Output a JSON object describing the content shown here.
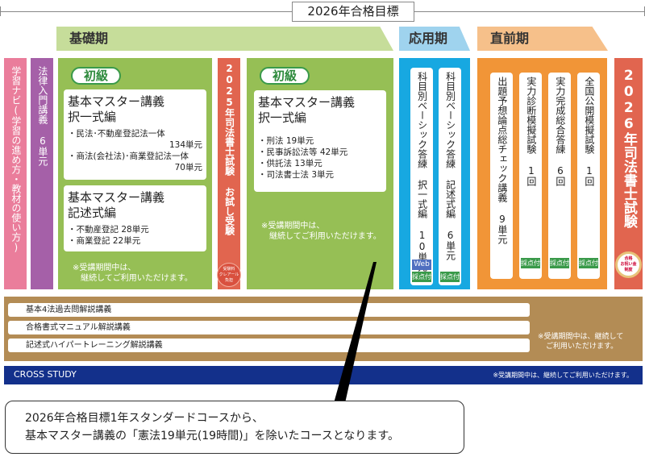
{
  "title": "2026年合格目標",
  "phases": {
    "basic": "基礎期",
    "applied": "応用期",
    "final": "直前期"
  },
  "colors": {
    "basic_banner": "#c6dd9a",
    "applied_banner": "#9fd3ee",
    "final_banner": "#f6c08a",
    "green": "#96bf55",
    "pink": "#ea7d9b",
    "purple": "#a560a8",
    "red": "#e1654f",
    "blue": "#17a8e1",
    "orange": "#f19537",
    "gold": "#b38c55",
    "navy": "#13308b"
  },
  "guide": "学習ナビ(学習の進め方・教材の使い方)",
  "intro": "法律入門講義 6単元",
  "basic1": {
    "level": "初級",
    "box1": {
      "title1": "基本マスター講義",
      "title2": "択一式編",
      "items": [
        "・民法･不動産登記法一体",
        "134単元",
        "・商法(会社法)･商業登記法一体",
        "70単元"
      ]
    },
    "box2": {
      "title1": "基本マスター講義",
      "title2": "記述式編",
      "items": [
        "・不動産登記 28単元",
        "・商業登記 22単元"
      ]
    },
    "note1": "※受講期間中は、",
    "note2": "継続してご利用いただけます。"
  },
  "trial_exam": {
    "label": "2025年司法書士試験 お試し受験",
    "seal": "受験料 クレアール 負担"
  },
  "basic2": {
    "level": "初級",
    "title1": "基本マスター講義",
    "title2": "択一式編",
    "items": [
      "・刑法 19単元",
      "・民事訴訟法等 42単元",
      "・供託法 13単元",
      "・司法書士法 3単元"
    ],
    "note1": "※受講期間中は、",
    "note2": "継続してご利用いただけます。"
  },
  "applied": [
    {
      "label": "科目別ベーシック答練 択一式編 10単元",
      "tags": [
        "Web",
        "採点付"
      ]
    },
    {
      "label": "科目別ベーシック答練 記述式編 6単元",
      "tags": [
        "採点付"
      ]
    }
  ],
  "final": [
    {
      "label": "出題予想論点総チェック講義 9単元",
      "tags": []
    },
    {
      "label": "実力診断模擬試験 1回",
      "tags": [
        "採点付"
      ]
    },
    {
      "label": "実力完成総合答練 6回",
      "tags": [
        "採点付"
      ]
    },
    {
      "label": "全国公開模擬試験 1回",
      "tags": [
        "採点付"
      ]
    }
  ],
  "exam": {
    "label": "2026年司法書士試験",
    "seal": "合格 お祝い金 制度"
  },
  "lectures": {
    "items": [
      "基本4法過去問解説講義",
      "合格書式マニュアル解説講義",
      "記述式ハイパートレーニング解説講義"
    ],
    "note1": "※受講期間中は、継続して",
    "note2": "ご利用いただけます。"
  },
  "cross": {
    "label": "CROSS STUDY",
    "note": "※受講期間中は、継続してご利用いただけます。"
  },
  "callout": {
    "line1": "2026年合格目標1年スタンダードコースから、",
    "line2": "基本マスター講義の「憲法19単元(19時間)」を除いたコースとなります。"
  }
}
